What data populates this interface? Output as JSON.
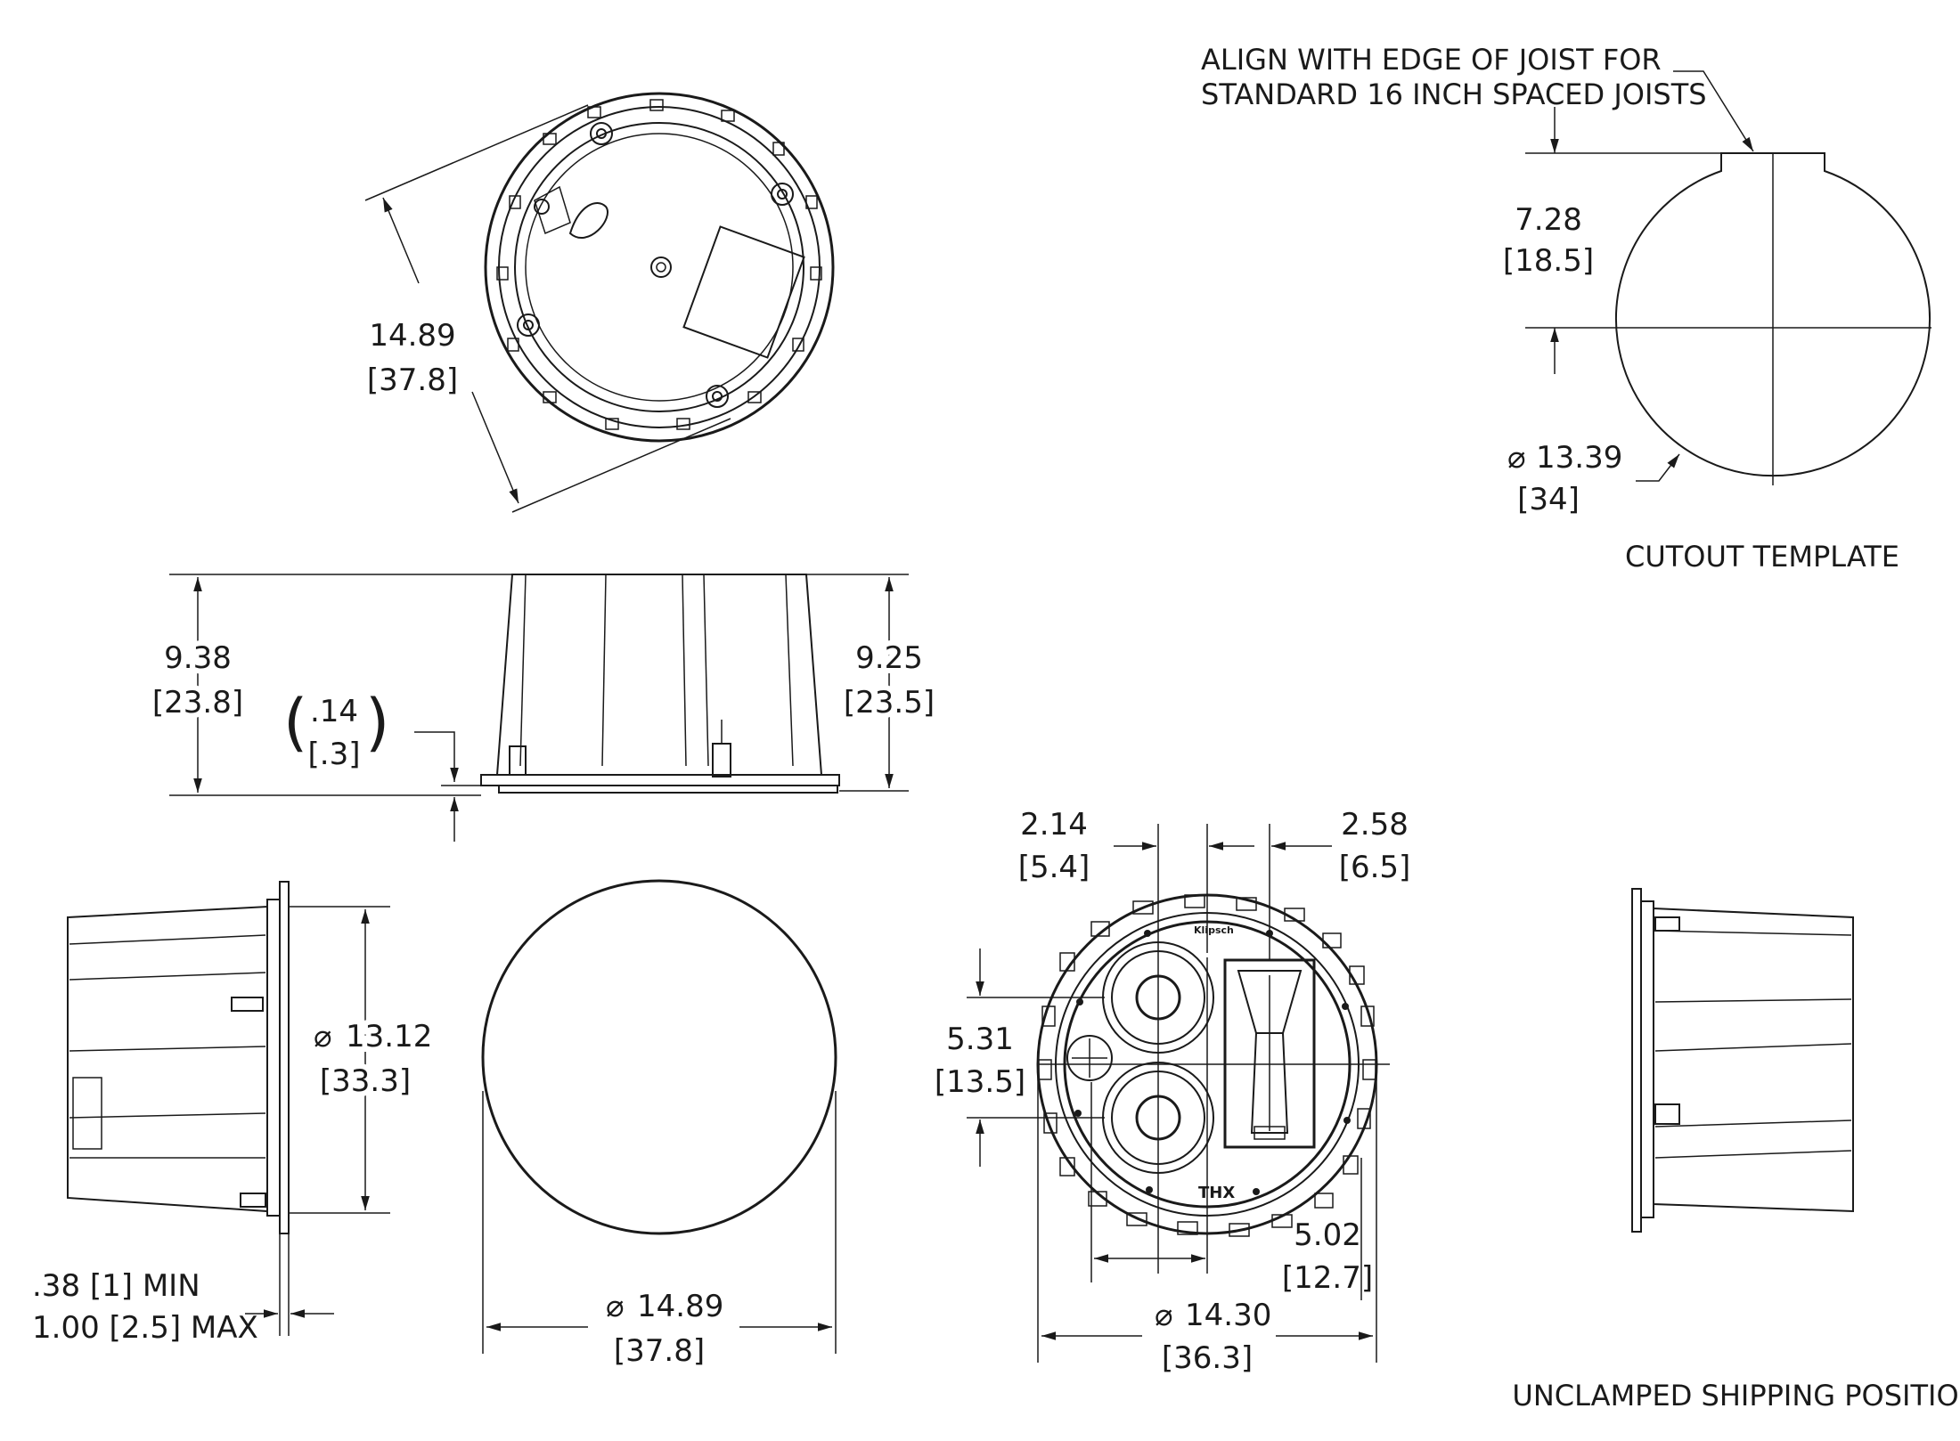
{
  "top_view": {
    "dim_diameter": "14.89",
    "dim_diameter_mm": "[37.8]"
  },
  "cutout": {
    "note_line1": "ALIGN  WITH EDGE OF JOIST FOR",
    "note_line2": "STANDARD 16 INCH  SPACED JOISTS",
    "offset": "7.28",
    "offset_mm": "[18.5]",
    "diameter": "13.39",
    "diameter_mm": "[34]",
    "title": "CUTOUT TEMPLATE"
  },
  "side_view": {
    "total_height": "9.38",
    "total_height_mm": "[23.8]",
    "flange": ".14",
    "flange_mm": "[.3]",
    "body_height": "9.25",
    "body_height_mm": "[23.5]"
  },
  "left_view": {
    "body_diameter": "13.12",
    "body_diameter_mm": "[33.3]",
    "ceiling_min": ".38 [1] MIN",
    "ceiling_max": "1.00 [2.5] MAX"
  },
  "grille_view": {
    "diameter": "14.89",
    "diameter_mm": "[37.8]"
  },
  "front_view": {
    "woofer_offset": "2.14",
    "woofer_offset_mm": "[5.4]",
    "horn_offset": "2.58",
    "horn_offset_mm": "[6.5]",
    "woofer_spacing": "5.31",
    "woofer_spacing_mm": "[13.5]",
    "woofer_span": "5.02",
    "woofer_span_mm": "[12.7]",
    "diameter": "14.30",
    "diameter_mm": "[36.3]",
    "brand": "Klipsch",
    "cert": "THX",
    "caption": "UNCLAMPED SHIPPING POSITION"
  },
  "diameter_symbol": "⌀"
}
